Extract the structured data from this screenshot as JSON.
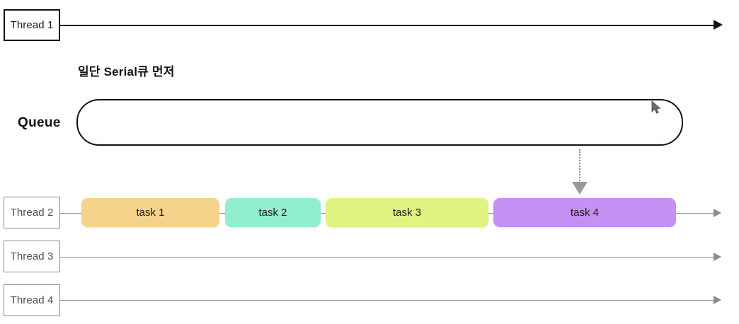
{
  "diagram": {
    "title_note": "일단 Serial큐 먼저",
    "queue_label": "Queue",
    "threads": [
      {
        "name": "thread-1",
        "label": "Thread 1",
        "style": "primary"
      },
      {
        "name": "thread-2",
        "label": "Thread 2",
        "style": "secondary"
      },
      {
        "name": "thread-3",
        "label": "Thread 3",
        "style": "secondary"
      },
      {
        "name": "thread-4",
        "label": "Thread 4",
        "style": "secondary"
      }
    ],
    "tasks": [
      {
        "label": "task 1",
        "color": "#f6d38a"
      },
      {
        "label": "task 2",
        "color": "#92eed0"
      },
      {
        "label": "task 3",
        "color": "#e0f380"
      },
      {
        "label": "task 4",
        "color": "#c690f2"
      }
    ],
    "colors": {
      "line_primary": "#111111",
      "line_secondary": "#8c8c8c",
      "dispatch_arrow": "#9a9a9a",
      "background": "#ffffff",
      "queue_border": "#121212"
    }
  }
}
